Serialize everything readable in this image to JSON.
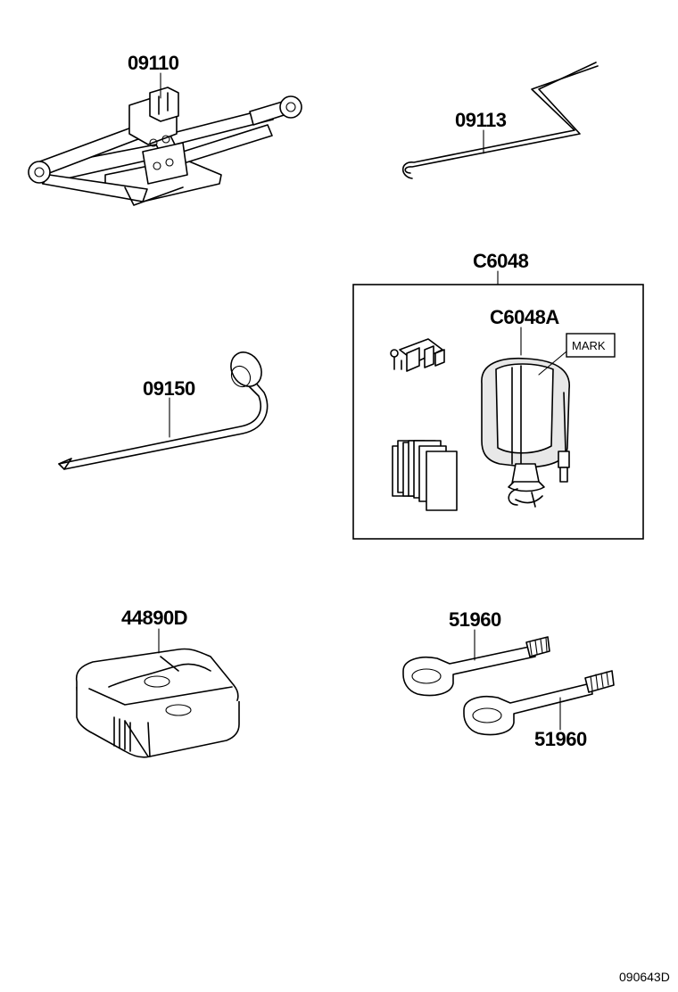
{
  "parts": {
    "jack": "09110",
    "jack_handle": "09113",
    "wrench": "09150",
    "repair_kit": "C6048",
    "sealant_bottle": "C6048A",
    "tool_bag": "44890D",
    "towing_eye_upper": "51960",
    "towing_eye_lower": "51960"
  },
  "mark_label": "MARK",
  "figure_id": "090643D"
}
